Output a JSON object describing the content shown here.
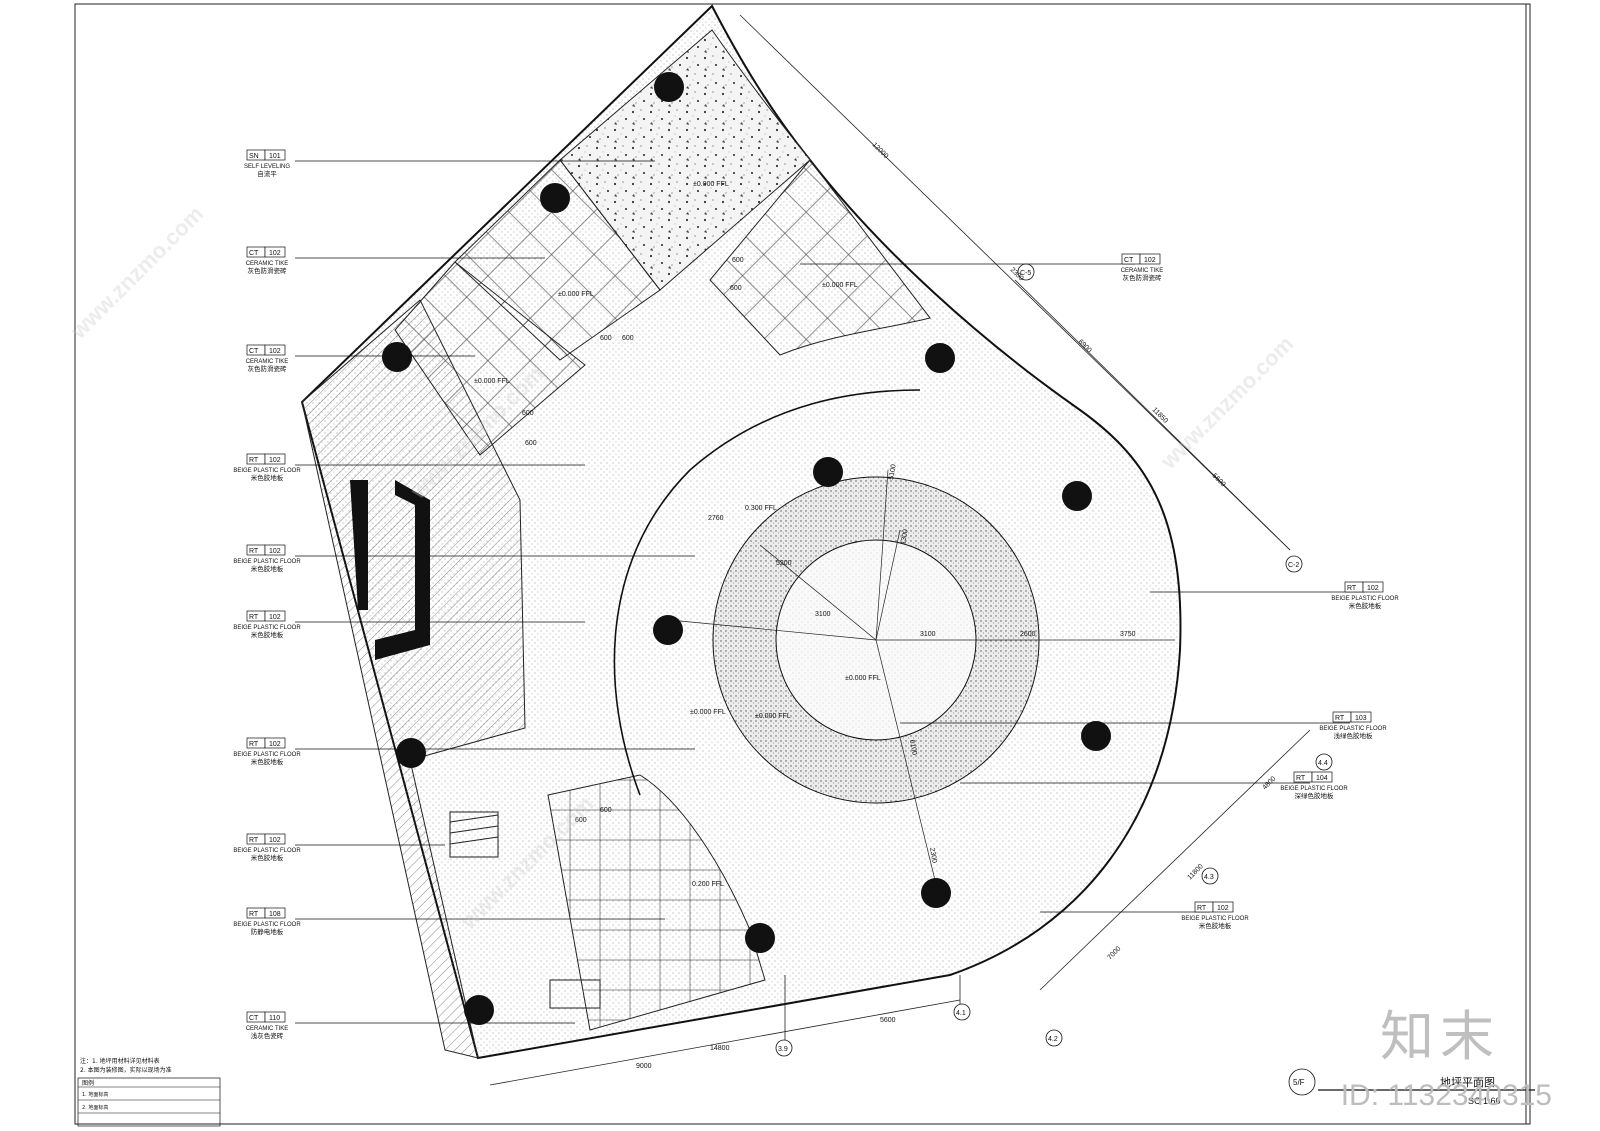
{
  "material_tags": [
    {
      "code": "SN",
      "num": "101",
      "en": "SELF LEVELING",
      "cn": "自流平"
    },
    {
      "code": "CT",
      "num": "102",
      "en": "CERAMIC TIKE",
      "cn": "灰色防滑瓷砖"
    },
    {
      "code": "CT",
      "num": "102",
      "en": "CERAMIC TIKE",
      "cn": "灰色防滑瓷砖"
    },
    {
      "code": "RT",
      "num": "102",
      "en": "BEIGE PLASTIC FLOOR",
      "cn": "米色胶地板"
    },
    {
      "code": "RT",
      "num": "102",
      "en": "BEIGE PLASTIC FLOOR",
      "cn": "米色胶地板"
    },
    {
      "code": "RT",
      "num": "102",
      "en": "BEIGE PLASTIC FLOOR",
      "cn": "米色胶地板"
    },
    {
      "code": "RT",
      "num": "102",
      "en": "BEIGE PLASTIC FLOOR",
      "cn": "米色胶地板"
    },
    {
      "code": "RT",
      "num": "102",
      "en": "BEIGE PLASTIC FLOOR",
      "cn": "米色胶地板"
    },
    {
      "code": "RT",
      "num": "108",
      "en": "BEIGE PLASTIC FLOOR",
      "cn": "防静电地板"
    },
    {
      "code": "CT",
      "num": "110",
      "en": "CERAMIC TIKE",
      "cn": "浅灰色瓷砖"
    },
    {
      "code": "CT",
      "num": "102",
      "en": "CERAMIC TIKE",
      "cn": "灰色防滑瓷砖"
    },
    {
      "code": "RT",
      "num": "102",
      "en": "BEIGE PLASTIC FLOOR",
      "cn": "米色胶地板"
    },
    {
      "code": "RT",
      "num": "103",
      "en": "BEIGE PLASTIC FLOOR",
      "cn": "浅绿色胶地板"
    },
    {
      "code": "RT",
      "num": "104",
      "en": "BEIGE PLASTIC FLOOR",
      "cn": "深绿色胶地板"
    },
    {
      "code": "RT",
      "num": "102",
      "en": "BEIGE PLASTIC FLOOR",
      "cn": "米色胶地板"
    }
  ],
  "levels": [
    "±0.000 FFL",
    "±0.000 FFL",
    "±0.000 FFL",
    "±0.000 FFL",
    "0.300 FFL",
    "±0.000 FFL",
    "±0.000 FFL",
    "±0.000 FFL",
    "0.200 FFL"
  ],
  "dimensions": [
    "12000",
    "2300",
    "6900",
    "11850",
    "5600",
    "2760",
    "5200",
    "3100",
    "3100",
    "2600",
    "3750",
    "5100",
    "1300",
    "6100",
    "2300",
    "4800",
    "11800",
    "7000",
    "9000",
    "14800",
    "5600",
    "600",
    "600",
    "600",
    "600",
    "600",
    "600",
    "600",
    "600"
  ],
  "grid_bubbles": [
    "C-5",
    "C-2",
    "4.4",
    "4.3",
    "4.2",
    "4.1",
    "3.9"
  ],
  "notes": {
    "lines": [
      "注：1. 地坪用材料详见材料表",
      "2. 本图为装修图，实际以现场为准"
    ],
    "legend_title": "图例",
    "legend_rows": [
      "1. 地面标高",
      "2. 地面标高"
    ]
  },
  "title_block": {
    "sheet": "5/F",
    "title": "地坪平面图",
    "scale": "SC 1:60"
  },
  "watermark": {
    "brand": "知末",
    "id": "ID: 1132340315",
    "site": "www.znzmo.com"
  }
}
